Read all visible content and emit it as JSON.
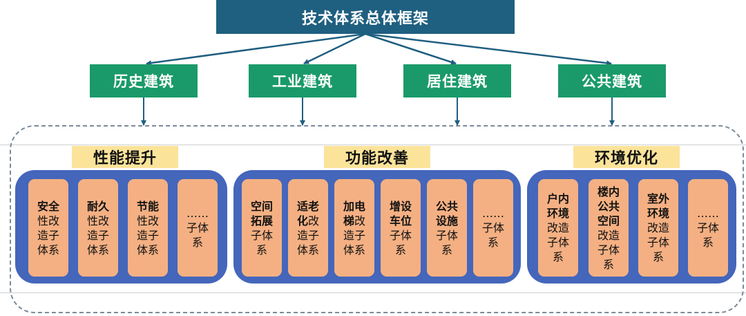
{
  "title": "技术体系总体框架",
  "categories": [
    "历史建筑",
    "工业建筑",
    "居住建筑",
    "公共建筑"
  ],
  "groups": [
    {
      "label": "性能提升",
      "items": [
        {
          "bold": "安全",
          "rest": "性改造子体系"
        },
        {
          "bold": "耐久",
          "rest": "性改造子体系"
        },
        {
          "bold": "节能",
          "rest": "性改造子体系"
        },
        {
          "bold": "",
          "rest": "……子体系"
        }
      ]
    },
    {
      "label": "功能改善",
      "items": [
        {
          "bold": "空间拓展",
          "rest": "子体系"
        },
        {
          "bold": "适老化",
          "rest": "改造子体系"
        },
        {
          "bold": "加电梯",
          "rest": "改造子体系"
        },
        {
          "bold": "增设车位",
          "rest": "子体系"
        },
        {
          "bold": "公共设施",
          "rest": "子体系"
        },
        {
          "bold": "",
          "rest": "……子体系"
        }
      ]
    },
    {
      "label": "环境优化",
      "items": [
        {
          "bold": "户内环境",
          "rest": "改造子体系"
        },
        {
          "bold": "楼内公共空间",
          "rest": "改造子体系"
        },
        {
          "bold": "室外环境",
          "rest": "改造子体系"
        },
        {
          "bold": "",
          "rest": "……子体系"
        }
      ]
    }
  ],
  "colors": {
    "title_bg": "#1f5f80",
    "category_bg": "#1a9a6a",
    "group_bg": "#4466bb",
    "group_label_bg": "#fbe39a",
    "item_bg": "#f4b083",
    "arrow": "#1f5f80"
  }
}
